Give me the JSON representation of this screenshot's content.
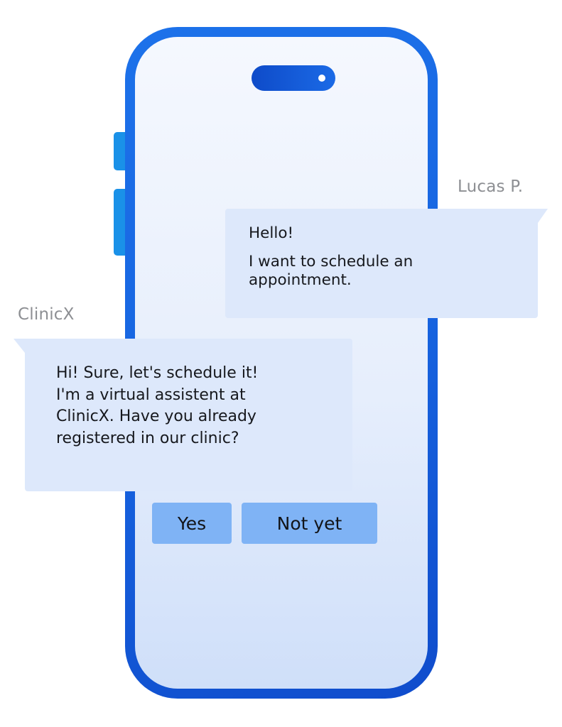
{
  "chat": {
    "user": {
      "name": "Lucas P.",
      "messages": [
        "Hello!",
        "I want to schedule an",
        "appointment."
      ]
    },
    "bot": {
      "name": "ClinicX",
      "lines": [
        "Hi! Sure, let's schedule it!",
        "I'm a virtual assistent at",
        "ClinicX. Have you already",
        "registered in our clinic?"
      ]
    },
    "quick_replies": [
      "Yes",
      "Not yet"
    ]
  },
  "colors": {
    "phone_frame": "#1764e0",
    "screen": "#e6eefc",
    "bubble": "#dde8fb",
    "reply_button": "#7fb3f5",
    "side_buttons": "#1a91e8",
    "sender_label": "#8d8f93"
  }
}
